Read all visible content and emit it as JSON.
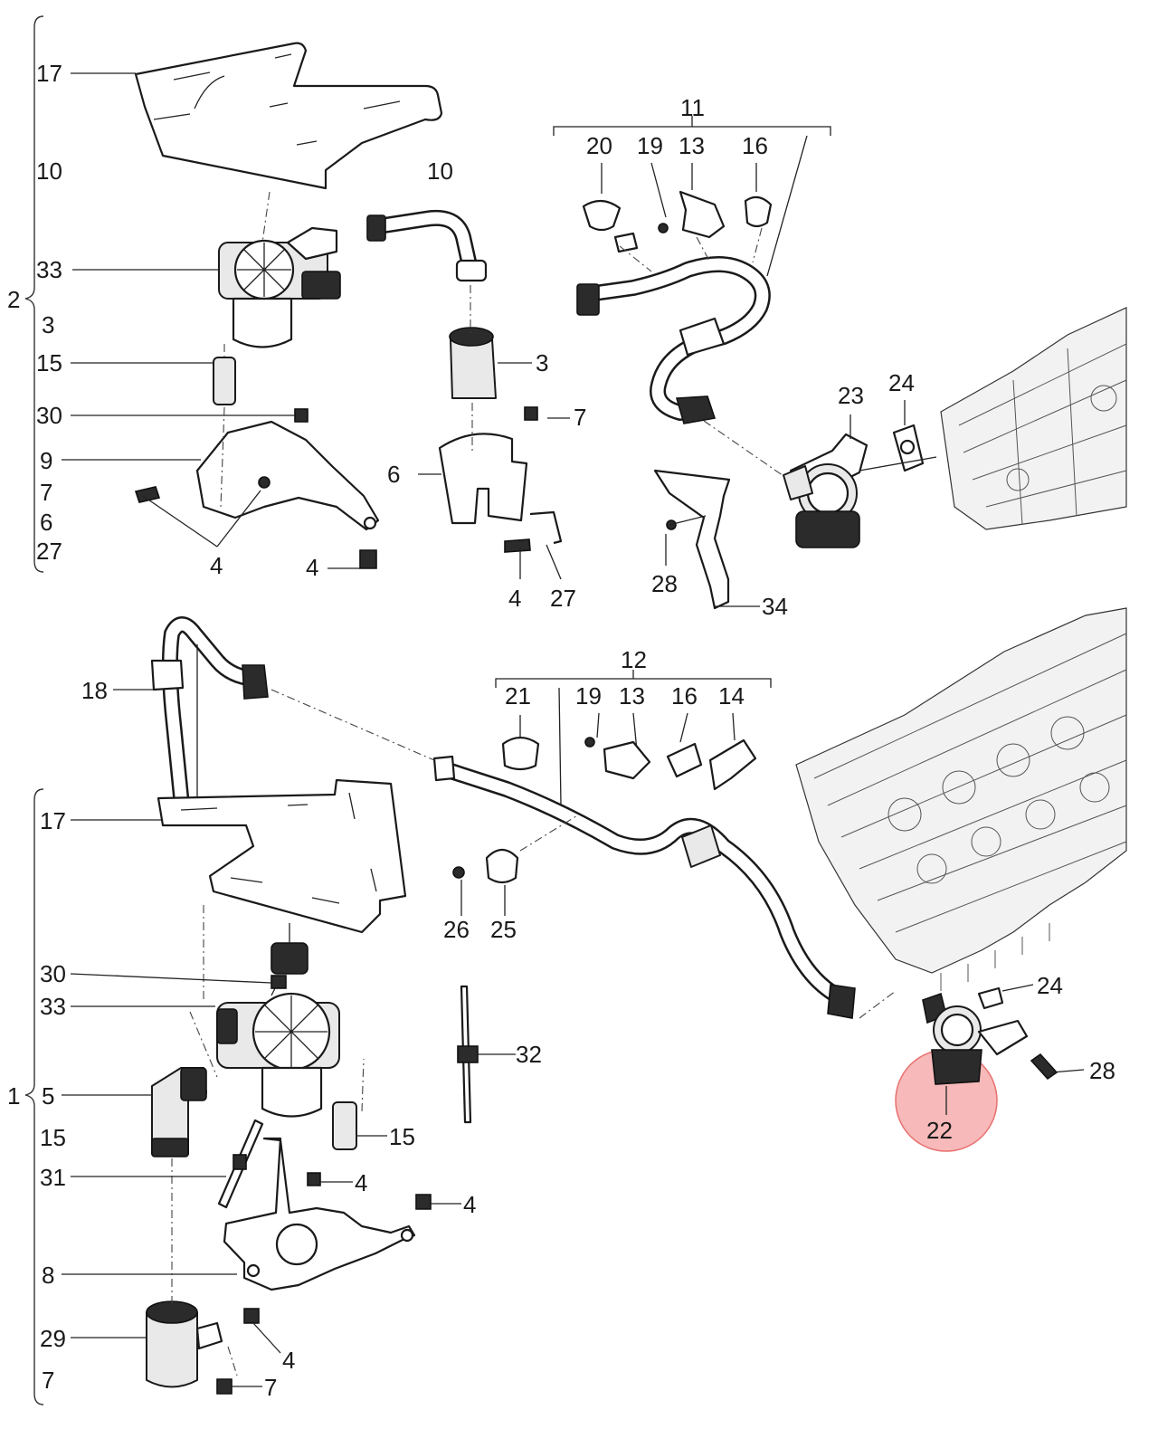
{
  "highlight": {
    "part": "22",
    "color": "#f08080"
  },
  "labels": {
    "l17a": "17",
    "l10a": "10",
    "l33a": "33",
    "l2": "2",
    "l3a": "3",
    "l15a": "15",
    "l30a": "30",
    "l9": "9",
    "l7a": "7",
    "l6a": "6",
    "l27a": "27",
    "l4a": "4",
    "l4b": "4",
    "l10b": "10",
    "l3b": "3",
    "l7b": "7",
    "l6b": "6",
    "l4c": "4",
    "l27b": "27",
    "l11": "11",
    "l20a": "20",
    "l19a": "19",
    "l13a": "13",
    "l16a": "16",
    "l23": "23",
    "l24a": "24",
    "l28a": "28",
    "l34": "34",
    "l18": "18",
    "l12": "12",
    "l21": "21",
    "l19b": "19",
    "l13b": "13",
    "l16b": "16",
    "l14": "14",
    "l26": "26",
    "l25": "25",
    "l17b": "17",
    "l30b": "30",
    "l33b": "33",
    "l32": "32",
    "l1": "1",
    "l5": "5",
    "l15b": "15",
    "l15c": "15",
    "l31": "31",
    "l4d": "4",
    "l4e": "4",
    "l8": "8",
    "l29": "29",
    "l7c": "7",
    "l4f": "4",
    "l7d": "7",
    "l24b": "24",
    "l28b": "28",
    "l22": "22"
  }
}
